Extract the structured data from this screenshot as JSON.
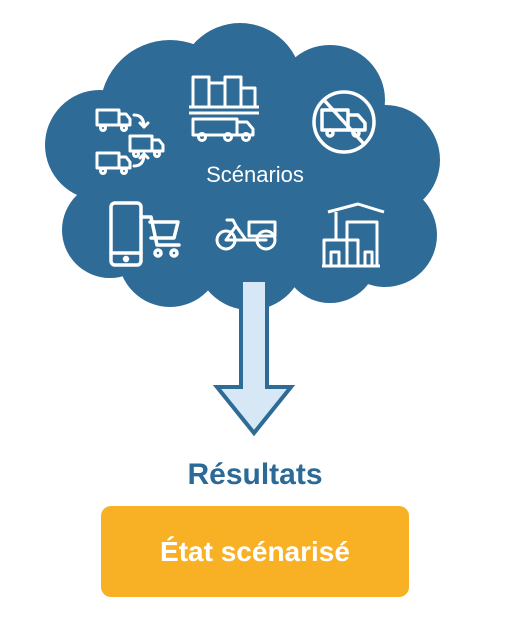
{
  "cloud": {
    "label": "Scénarios",
    "fill_color": "#2e6b96",
    "icons": [
      "truck-consolidation-icon",
      "warehouse-truck-icon",
      "no-truck-icon",
      "mobile-shopping-cart-icon",
      "cargo-bike-icon",
      "logistics-depot-icon"
    ]
  },
  "arrow": {
    "fill_color": "#d6e8f5",
    "stroke_color": "#2e6b96"
  },
  "results": {
    "title": "Résultats",
    "title_color": "#2b6a96",
    "box_label": "État scénarisé",
    "box_color": "#f8b025"
  }
}
